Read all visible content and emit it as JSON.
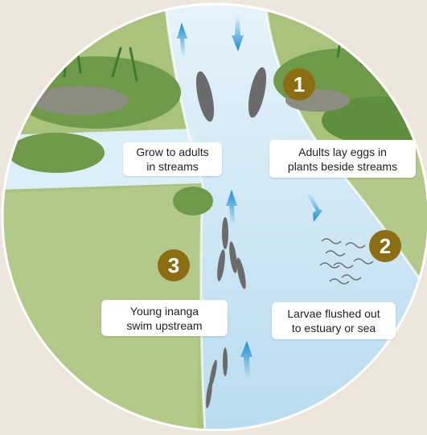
{
  "steps": [
    {
      "number": "1",
      "lines": [
        "Adults lay eggs in",
        "plants beside streams"
      ]
    },
    {
      "number": "2",
      "lines": [
        "Larvae flushed out",
        "to estuary or sea"
      ]
    },
    {
      "number": "3",
      "lines": [
        "Young inanga",
        "swim upstream"
      ]
    }
  ],
  "grow_label": [
    "Grow to adults",
    "in streams"
  ],
  "icons": [
    "flow-arrow-icon",
    "inanga-fish-icon",
    "larvae-icon",
    "plant-icon"
  ],
  "colors": {
    "background": "#ece6dc",
    "grass": "#a9c27c",
    "stream": "#cfe6f3",
    "badge": "#8b6d12",
    "arrow": "#1b8fd2",
    "fish": "#6b6b6b"
  }
}
